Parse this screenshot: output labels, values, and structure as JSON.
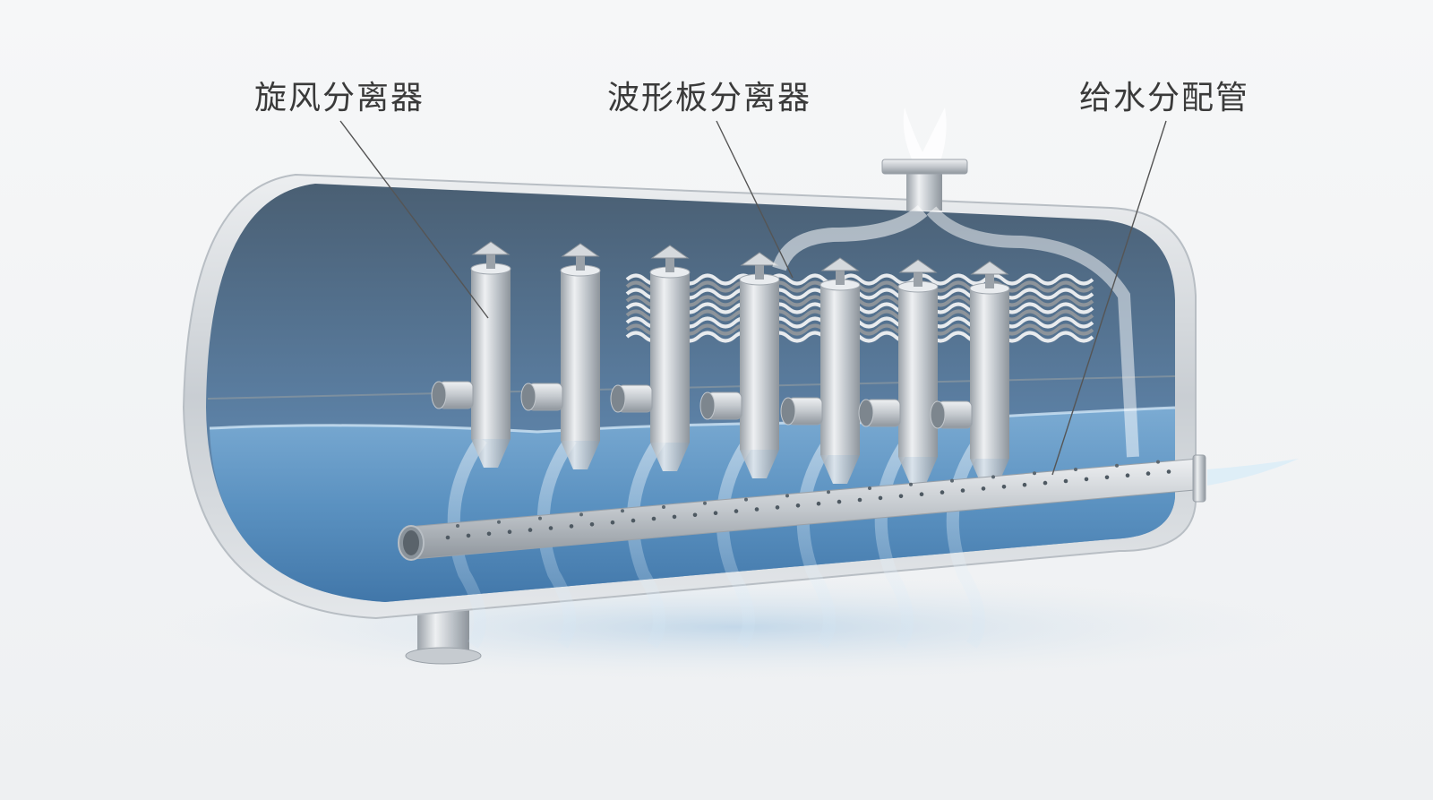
{
  "labels": {
    "cyclone_separator": "旋风分离器",
    "wave_plate_separator": "波形板分离器",
    "feedwater_distribution_pipe": "给水分配管"
  },
  "colors": {
    "background": "#f3f4f5",
    "vessel_shell": "#dcdfe2",
    "vessel_interior": "#3d5873",
    "water": "#4f88b8",
    "steel": "#c9cdd1",
    "label_text": "#3a3a3a",
    "leader_line": "#555555"
  },
  "components": {
    "cyclone_count": 7
  }
}
